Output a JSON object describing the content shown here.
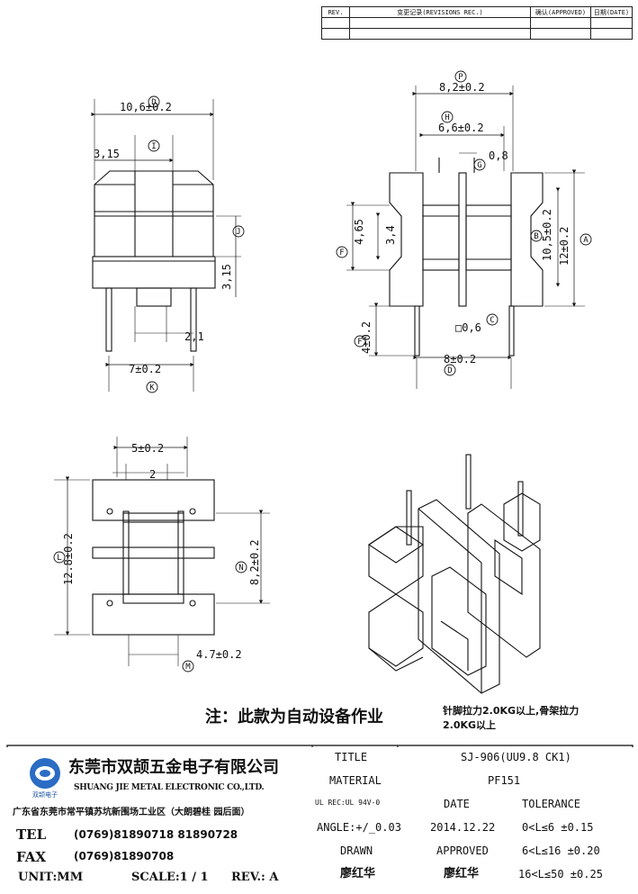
{
  "revision_table": {
    "header_rev": "REV.",
    "header_record": "变更记录(REVISIONS REC.)",
    "header_approved": "确认(APPROVED)",
    "header_date": "日期(DATE)"
  },
  "dimensions": {
    "top_left": {
      "width": "10,6±0.2",
      "width_ref": "D",
      "left_offset": "3,15",
      "inner_ref": "I",
      "right_ref": "J",
      "height": "3,15",
      "pin_pitch_small": "2,1",
      "pin_pitch": "7±0.2",
      "pin_ref": "K"
    },
    "top_right": {
      "width": "8,2±0.2",
      "width_ref": "P",
      "inner": "6,6±0.2",
      "inner_ref": "H",
      "flange": "0,8",
      "flange_ref": "G",
      "slot": "4,65",
      "slot_ref": "F",
      "slot_inner": "3,4",
      "height_inner": "10,5±0.2",
      "height_inner_ref": "B",
      "height": "12±0.2",
      "height_ref": "A",
      "pin_len": "4±0.2",
      "pin_len_ref": "F",
      "pin_size": "□0,6",
      "pin_size_ref": "C",
      "pin_pitch": "8±0.2",
      "pin_pitch_ref": "D"
    },
    "bottom_left": {
      "top_width": "5±0.2",
      "gap": "2",
      "height": "12.8±0.2",
      "height_ref": "L",
      "inner_height": "8,2±0.2",
      "inner_height_ref": "N",
      "bottom_width": "4.7±0.2",
      "bottom_ref": "M"
    }
  },
  "notes": {
    "main_note": "注：此款为自动设备作业",
    "pin_force_1": "针脚拉力2.0KG以上,骨架拉力",
    "pin_force_2": "2.0KG以上"
  },
  "title_block": {
    "company_cn": "东莞市双颉五金电子有限公司",
    "company_en": "SHUANG JIE METAL ELECTRONIC CO.,LTD.",
    "logo_label": "双颉电子",
    "address": "广东省东莞市常平镇苏坑新围场工业区（大朗碧桂 园后面）",
    "tel_label": "TEL",
    "tel_value": "(0769)81890718 81890728",
    "fax_label": "FAX",
    "fax_value": "(0769)81890708",
    "unit": "UNIT:MM",
    "scale": "SCALE:1 / 1",
    "rev": "REV.: A",
    "title_label": "TITLE",
    "title_value": "SJ-906(UU9.8 CK1)",
    "material_label": "MATERIAL",
    "material_value": "PF151",
    "ul_rec": "UL REC:UL 94V-0",
    "date_label": "DATE",
    "tolerance_label": "TOLERANCE",
    "angle": "ANGLE:+/_0.03",
    "date_value": "2014.12.22",
    "tol_1": "0<L≤6   ±0.15",
    "drawn_label": "DRAWN",
    "approved_label": "APPROVED",
    "tol_2": "6<L≤16  ±0.20",
    "drawn_value": "廖红华",
    "approved_value": "廖红华",
    "tol_3": "16<L≤50  ±0.25"
  }
}
